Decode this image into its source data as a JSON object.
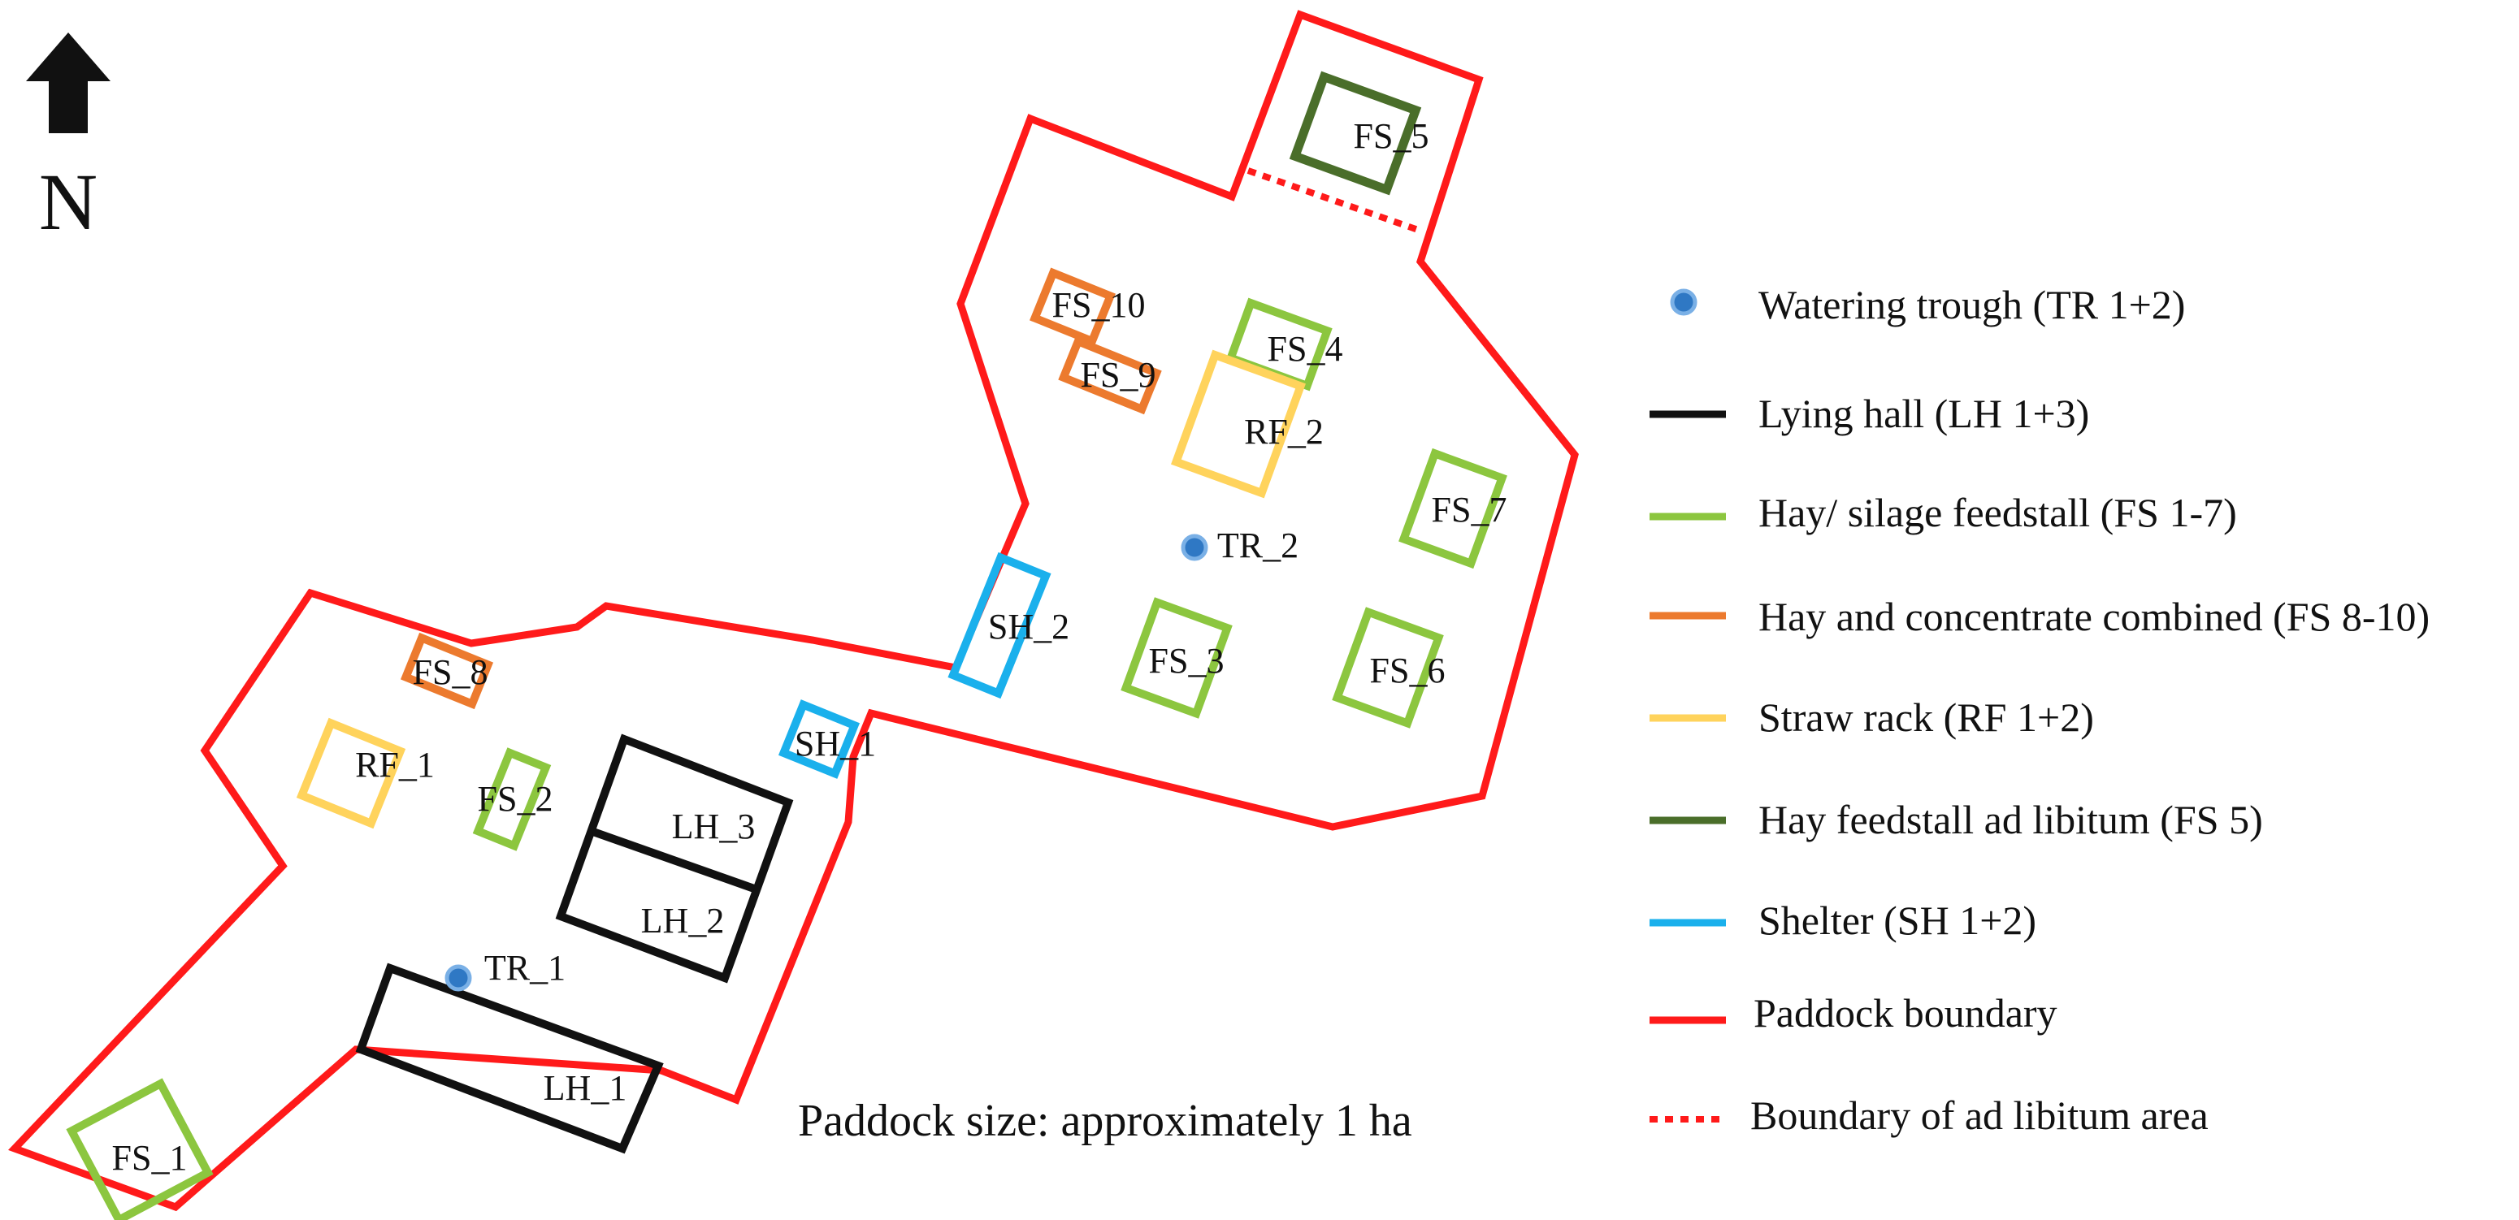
{
  "north": {
    "label": "N"
  },
  "colors": {
    "boundary": "#ff1a1a",
    "lying_hall": "#111111",
    "feedstall": "#8cc63f",
    "combined": "#ec7a2e",
    "straw_rack": "#ffd35c",
    "ad_libitum": "#4a6e2a",
    "shelter": "#1ab0ec",
    "trough": "#2f78c4",
    "text": "#111111"
  },
  "labels": {
    "FS_1": "FS_1",
    "FS_2": "FS_2",
    "FS_3": "FS_3",
    "FS_4": "FS_4",
    "FS_5": "FS_5",
    "FS_6": "FS_6",
    "FS_7": "FS_7",
    "FS_8": "FS_8",
    "FS_9": "FS_9",
    "FS_10": "FS_10",
    "RF_1": "RF_1",
    "RF_2": "RF_2",
    "SH_1": "SH_1",
    "SH_2": "SH_2",
    "LH_1": "LH_1",
    "LH_2": "LH_2",
    "LH_3": "LH_3",
    "TR_1": "TR_1",
    "TR_2": "TR_2"
  },
  "note": "Paddock size: approximately 1 ha",
  "legend": [
    {
      "text": "Watering trough (TR 1+2)",
      "symbol": "dot",
      "color": "#2f78c4"
    },
    {
      "text": "Lying hall (LH 1+3)",
      "symbol": "line",
      "color": "#111111"
    },
    {
      "text": "Hay/ silage feedstall (FS 1-7)",
      "symbol": "line",
      "color": "#8cc63f"
    },
    {
      "text": "Hay and concentrate combined (FS 8-10)",
      "symbol": "line",
      "color": "#ec7a2e"
    },
    {
      "text": "Straw rack (RF 1+2)",
      "symbol": "line",
      "color": "#ffd35c"
    },
    {
      "text": "Hay feedstall ad libitum (FS 5)",
      "symbol": "line",
      "color": "#4a6e2a"
    },
    {
      "text": "Shelter (SH 1+2)",
      "symbol": "line",
      "color": "#1ab0ec"
    },
    {
      "text": "Paddock boundary",
      "symbol": "line",
      "color": "#ff1a1a"
    },
    {
      "text": "Boundary of ad libitum area",
      "symbol": "dotted-line",
      "color": "#ff1a1a"
    }
  ]
}
